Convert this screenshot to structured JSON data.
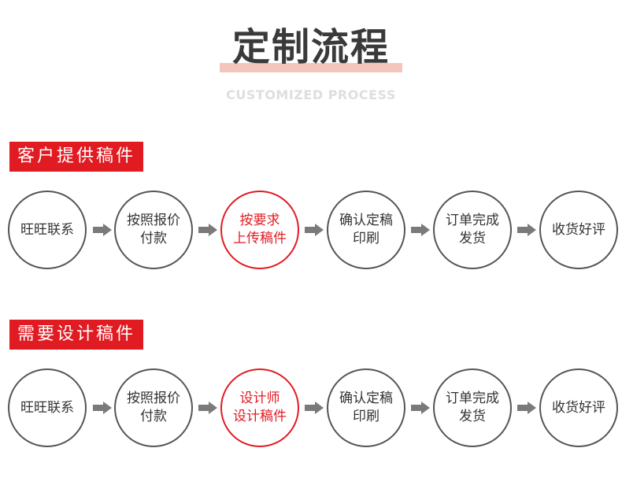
{
  "header": {
    "title": "定制流程",
    "subtitle": "CUSTOMIZED PROCESS"
  },
  "sections": [
    {
      "tag": "客户提供稿件",
      "steps": [
        {
          "line1": "旺旺联系",
          "line2": ""
        },
        {
          "line1": "按照报价",
          "line2": "付款"
        },
        {
          "line1": "按要求",
          "line2": "上传稿件"
        },
        {
          "line1": "确认定稿",
          "line2": "印刷"
        },
        {
          "line1": "订单完成",
          "line2": "发货"
        },
        {
          "line1": "收货好评",
          "line2": ""
        }
      ]
    },
    {
      "tag": "需要设计稿件",
      "steps": [
        {
          "line1": "旺旺联系",
          "line2": ""
        },
        {
          "line1": "按照报价",
          "line2": "付款"
        },
        {
          "line1": "设计师",
          "line2": "设计稿件"
        },
        {
          "line1": "确认定稿",
          "line2": "印刷"
        },
        {
          "line1": "订单完成",
          "line2": "发货"
        },
        {
          "line1": "收货好评",
          "line2": ""
        }
      ]
    }
  ],
  "colors": {
    "accent": "#e11b22",
    "circle_border": "#555555",
    "arrow": "#7a7a7a",
    "title_underline": "#f3c6bd"
  }
}
